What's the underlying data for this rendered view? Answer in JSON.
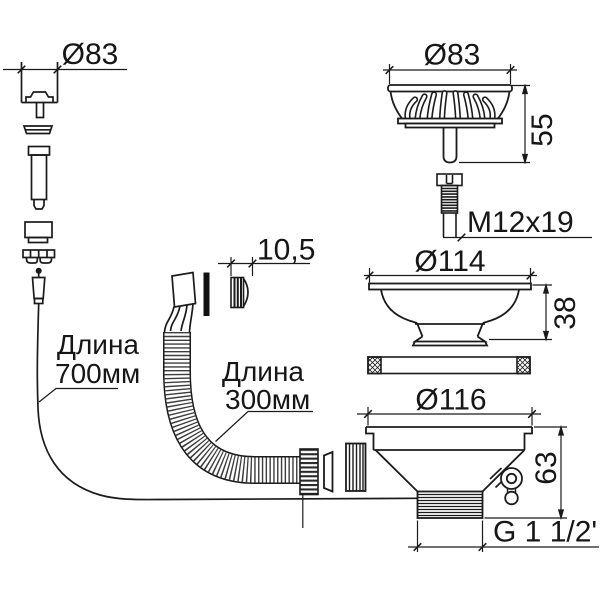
{
  "diagram": {
    "title_hint": "exploded drawing of kitchen sink strainer waste kit",
    "line_color": "#1b1b1b",
    "background": "#ffffff",
    "dims": {
      "plug_diameter": "Ø83",
      "strainer_diameter": "Ø83",
      "strainer_height": "55",
      "bolt_thread": "M12x19",
      "flange_diameter": "Ø114",
      "flange_height": "38",
      "overflow_cover_width": "10,5",
      "body_diameter": "Ø116",
      "body_height": "63",
      "outlet_thread": "G 1 1/2'"
    },
    "labels": {
      "cable_length_line1": "Длина",
      "cable_length_line2": "700мм",
      "hose_length_line1": "Длина",
      "hose_length_line2": "300мм"
    }
  }
}
